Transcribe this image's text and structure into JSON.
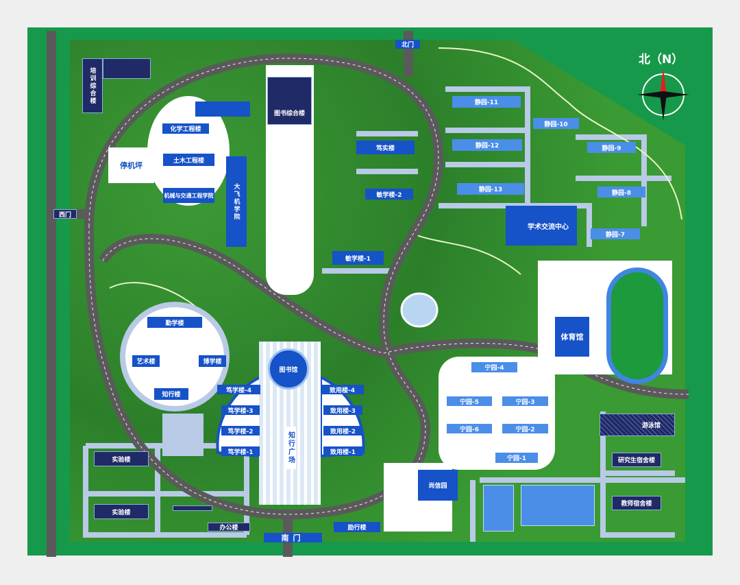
{
  "compass": {
    "label": "北（N）",
    "icon": "compass-rose-icon"
  },
  "gates": {
    "north": "北门",
    "west": "西门",
    "south": "南门"
  },
  "buildings": {
    "training": "培训综合楼",
    "library_complex": "图书综合楼",
    "helipad": "停机坪",
    "chem": "化学工程楼",
    "civil": "土木工程楼",
    "mech": "机械与交通工程学院",
    "aircraft": "大飞机学院",
    "dushi": "笃实楼",
    "minxue2": "敏学楼-2",
    "minxue1": "敏学楼-1",
    "jy11": "静园-11",
    "jy10": "静园-10",
    "jy12": "静园-12",
    "jy9": "静园-9",
    "jy13": "静园-13",
    "jy8": "静园-8",
    "jy7": "静园-7",
    "academic": "学术交流中心",
    "gym": "体育馆",
    "ny4": "宁园-4",
    "ny5": "宁园-5",
    "ny3": "宁园-3",
    "ny6": "宁园-6",
    "ny2": "宁园-2",
    "ny1": "宁园-1",
    "swim": "游泳馆",
    "grad_dorm": "研究生宿舍楼",
    "teacher_dorm": "教师宿舍楼",
    "shangxin": "尚信园",
    "qinxue": "勤学楼",
    "art": "艺术楼",
    "boxue": "博学楼",
    "zhixing": "知行楼",
    "library": "图书馆",
    "dx4": "笃学楼-4",
    "dx3": "笃学楼-3",
    "dx2": "笃学楼-2",
    "dx1": "笃学楼-1",
    "zy4": "致用楼-4",
    "zy3": "致用楼-3",
    "zy2": "致用楼-2",
    "zy1": "致用楼-1",
    "plaza": "知行广场",
    "lab1": "实验楼",
    "lab2": "实验楼",
    "office": "办公楼",
    "lixing": "励行楼"
  },
  "colors": {
    "border": "#16994a",
    "building": "#1652c8",
    "dark_building": "#1f2a66",
    "road": "#555555",
    "path": "#b8cae6"
  }
}
